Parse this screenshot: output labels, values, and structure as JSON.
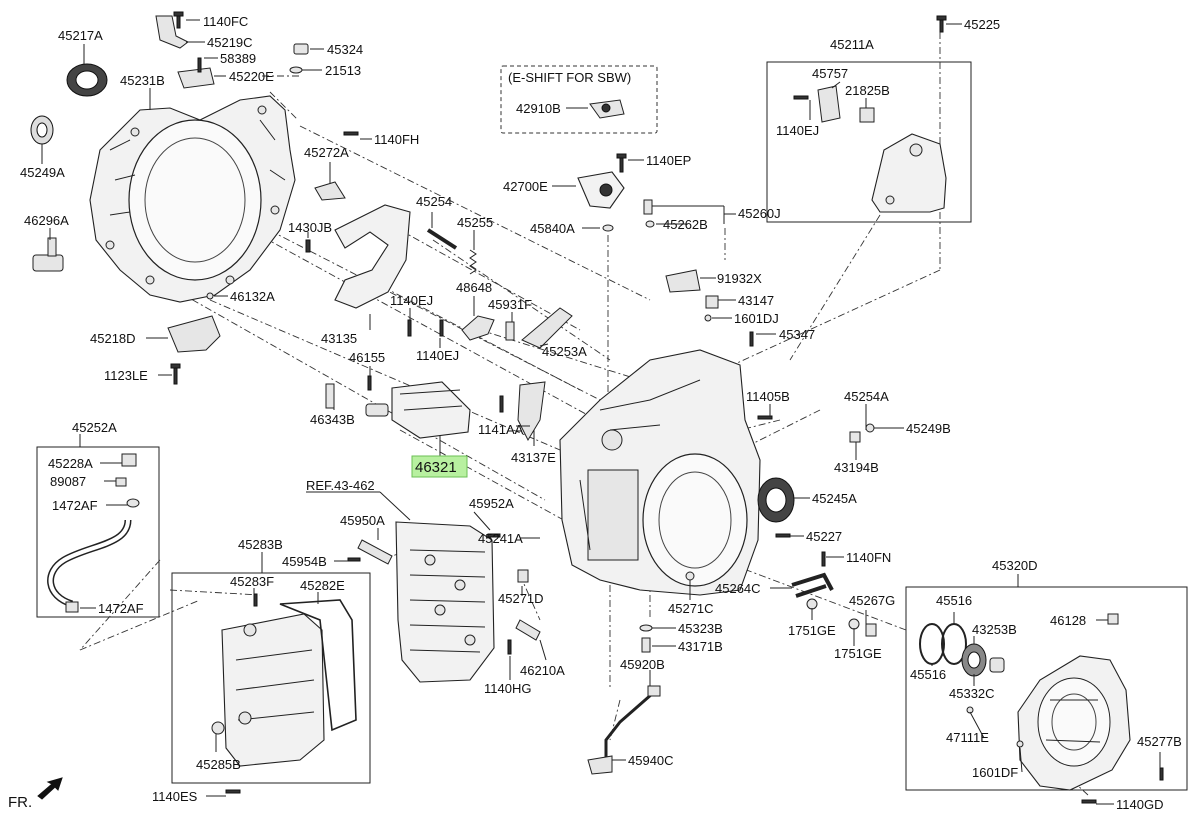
{
  "labels": {
    "p45217A": "45217A",
    "p1140FC": "1140FC",
    "p45219C": "45219C",
    "p58389": "58389",
    "p45220E": "45220E",
    "p45324": "45324",
    "p21513": "21513",
    "p45231B": "45231B",
    "p45249A": "45249A",
    "p1140FH": "1140FH",
    "p45272A": "45272A",
    "p46296A": "46296A",
    "p1430JB": "1430JB",
    "p46132A": "46132A",
    "p45218D": "45218D",
    "p1123LE": "1123LE",
    "eshift": "(E-SHIFT FOR SBW)",
    "p42910B": "42910B",
    "p1140EP": "1140EP",
    "p42700E": "42700E",
    "p45840A": "45840A",
    "p45254": "45254",
    "p45255": "45255",
    "p1140EJ_a": "1140EJ",
    "p43135": "43135",
    "p48648": "48648",
    "p45931F": "45931F",
    "p1140EJ_b": "1140EJ",
    "p45253A": "45253A",
    "p46155": "46155",
    "p46343B": "46343B",
    "p46321": "46321",
    "p1141AA": "1141AA",
    "p43137E": "43137E",
    "p45225": "45225",
    "p45211A": "45211A",
    "p45757": "45757",
    "p21825B": "21825B",
    "p1140EJ_c": "1140EJ",
    "p45260J": "45260J",
    "p45262B": "45262B",
    "p91932X": "91932X",
    "p43147": "43147",
    "p1601DJ": "1601DJ",
    "p45347": "45347",
    "p11405B": "11405B",
    "p45254A": "45254A",
    "p45249B": "45249B",
    "p43194B": "43194B",
    "p45245A": "45245A",
    "p45227": "45227",
    "p1140FN": "1140FN",
    "p45252A": "45252A",
    "p45228A": "45228A",
    "p89087": "89087",
    "p1472AF_a": "1472AF",
    "p1472AF_b": "1472AF",
    "ref43462": "REF.43-462",
    "p45952A": "45952A",
    "p45950A": "45950A",
    "p45241A": "45241A",
    "p45283B": "45283B",
    "p45954B": "45954B",
    "p45283F": "45283F",
    "p45282E": "45282E",
    "p45285B": "45285B",
    "p1140ES": "1140ES",
    "p45271D": "45271D",
    "p45271C": "45271C",
    "p45264C": "45264C",
    "p45267G": "45267G",
    "p1751GE_a": "1751GE",
    "p1751GE_b": "1751GE",
    "p45323B": "45323B",
    "p43171B": "43171B",
    "p46210A": "46210A",
    "p1140HG": "1140HG",
    "p45920B": "45920B",
    "p45940C": "45940C",
    "p45320D": "45320D",
    "p45516_a": "45516",
    "p45516_b": "45516",
    "p43253B": "43253B",
    "p46128": "46128",
    "p45332C": "45332C",
    "p47111E": "47111E",
    "p1601DF": "1601DF",
    "p45277B": "45277B",
    "p1140GD": "1140GD",
    "fr": "FR."
  },
  "highlight": {
    "part": "46321",
    "color": "#b8f0a0"
  },
  "icons": [
    "front-direction-arrow-icon"
  ]
}
